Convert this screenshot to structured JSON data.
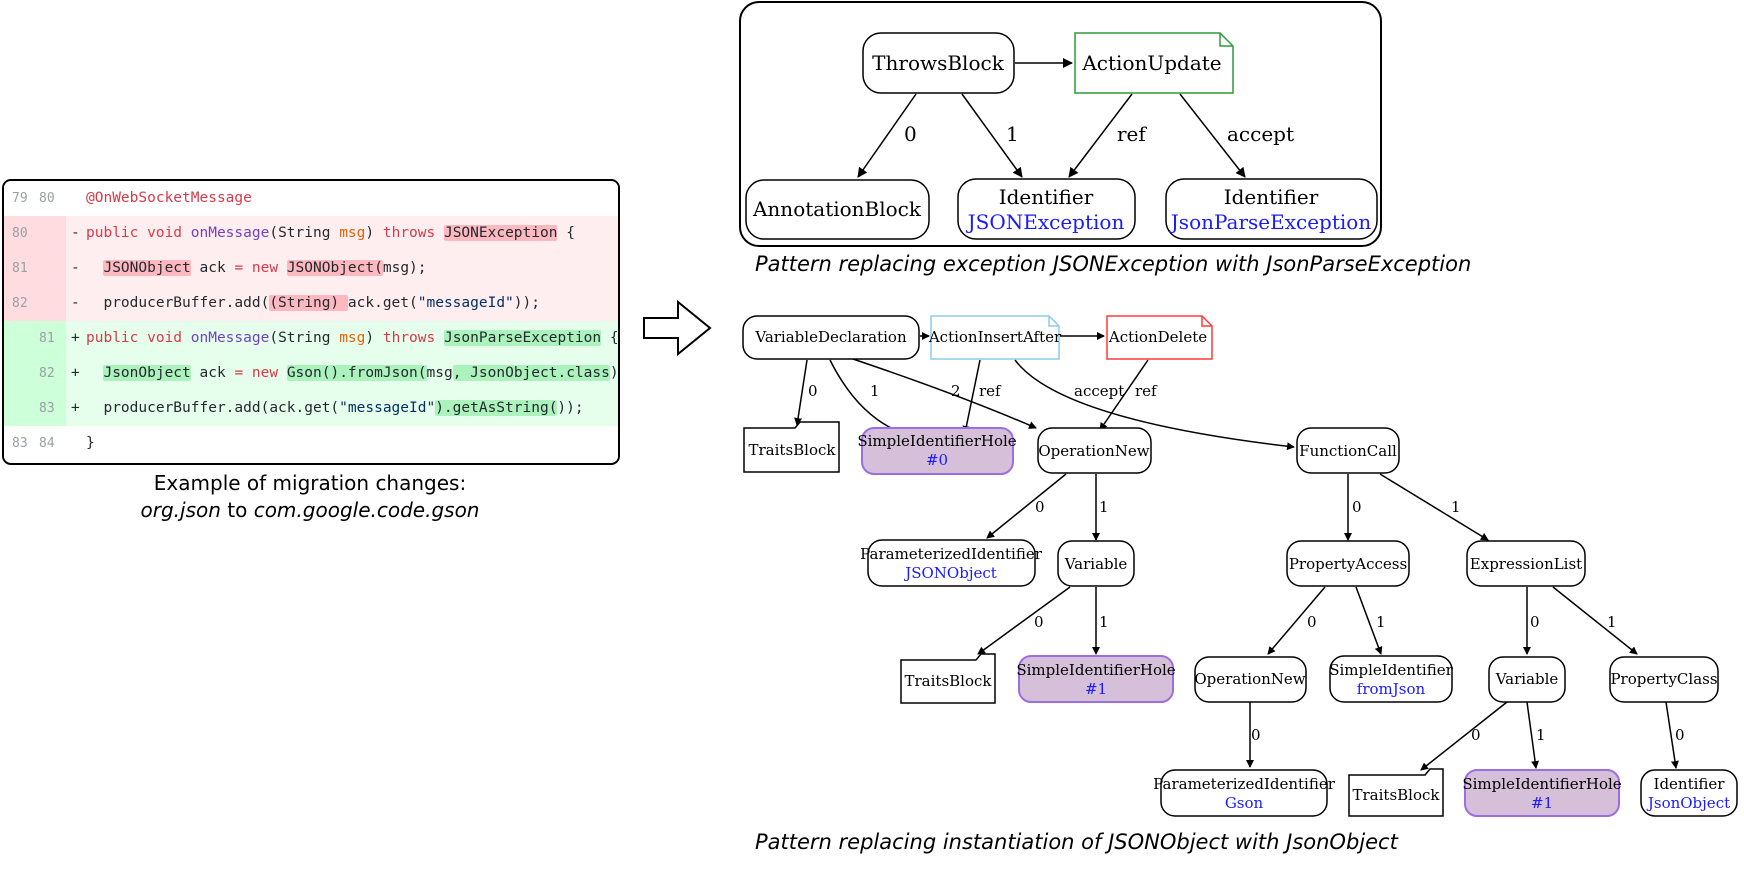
{
  "diff": {
    "lines": [
      {
        "type": "ctx",
        "old": "79",
        "new": "80",
        "sign": "",
        "parts": [
          {
            "t": "@OnWebSocketMessage",
            "c": "an"
          }
        ]
      },
      {
        "type": "del",
        "old": "80",
        "new": "",
        "sign": "-",
        "parts": [
          {
            "t": "public void ",
            "c": "kw"
          },
          {
            "t": "onMessage",
            "c": "fn"
          },
          {
            "t": "(String ",
            "c": "ty"
          },
          {
            "t": "msg",
            "c": "param"
          },
          {
            "t": ") ",
            "c": "ty"
          },
          {
            "t": "throws ",
            "c": "kw"
          },
          {
            "t": "JSONException",
            "c": "hl-del"
          },
          {
            "t": " {",
            "c": "ty"
          }
        ]
      },
      {
        "type": "del",
        "old": "81",
        "new": "",
        "sign": "-",
        "parts": [
          {
            "t": "  ",
            "c": "ty"
          },
          {
            "t": "JSONObject",
            "c": "hl-del"
          },
          {
            "t": " ack ",
            "c": "ty"
          },
          {
            "t": "= new ",
            "c": "kw"
          },
          {
            "t": "JSONObject(",
            "c": "hl-del"
          },
          {
            "t": "msg);",
            "c": "ty"
          }
        ]
      },
      {
        "type": "del",
        "old": "82",
        "new": "",
        "sign": "-",
        "parts": [
          {
            "t": "  producerBuffer.add(",
            "c": "ty"
          },
          {
            "t": "(String) ",
            "c": "hl-del"
          },
          {
            "t": "ack.get(",
            "c": "ty"
          },
          {
            "t": "\"messageId\"",
            "c": "str"
          },
          {
            "t": "));",
            "c": "ty"
          }
        ]
      },
      {
        "type": "add",
        "old": "",
        "new": "81",
        "sign": "+",
        "parts": [
          {
            "t": "public void ",
            "c": "kw"
          },
          {
            "t": "onMessage",
            "c": "fn"
          },
          {
            "t": "(String ",
            "c": "ty"
          },
          {
            "t": "msg",
            "c": "param"
          },
          {
            "t": ") ",
            "c": "ty"
          },
          {
            "t": "throws ",
            "c": "kw"
          },
          {
            "t": "JsonParseException",
            "c": "hl-add"
          },
          {
            "t": " {",
            "c": "ty"
          }
        ]
      },
      {
        "type": "add",
        "old": "",
        "new": "82",
        "sign": "+",
        "parts": [
          {
            "t": "  ",
            "c": "ty"
          },
          {
            "t": "JsonObject",
            "c": "hl-add"
          },
          {
            "t": " ack ",
            "c": "ty"
          },
          {
            "t": "= new ",
            "c": "kw"
          },
          {
            "t": "Gson().fromJson(",
            "c": "hl-add"
          },
          {
            "t": "msg",
            "c": "ty"
          },
          {
            "t": ", JsonObject.class",
            "c": "hl-add"
          },
          {
            "t": ");",
            "c": "ty"
          }
        ]
      },
      {
        "type": "add",
        "old": "",
        "new": "83",
        "sign": "+",
        "parts": [
          {
            "t": "  producerBuffer.add(ack.get(",
            "c": "ty"
          },
          {
            "t": "\"messageId\"",
            "c": "str"
          },
          {
            "t": ").getAsString(",
            "c": "hl-add"
          },
          {
            "t": "));",
            "c": "ty"
          }
        ]
      },
      {
        "type": "ctx",
        "old": "83",
        "new": "84",
        "sign": "",
        "parts": [
          {
            "t": "}",
            "c": "ty"
          }
        ]
      }
    ],
    "caption_line1": "Example of migration changes:",
    "caption_from": "org.json",
    "caption_to_word": "to",
    "caption_to": "com.google.code.gson"
  },
  "pattern1": {
    "caption": "Pattern replacing exception JSONException with JsonParseException",
    "nodes": {
      "throws": "ThrowsBlock",
      "action": "ActionUpdate",
      "annot": "AnnotationBlock",
      "id1": "Identifier",
      "id1_val": "JSONException",
      "id2": "Identifier",
      "id2_val": "JsonParseException"
    },
    "edges": {
      "e0": "0",
      "e1": "1",
      "ref": "ref",
      "accept": "accept"
    }
  },
  "pattern2": {
    "caption": "Pattern replacing instantiation of JSONObject with JsonObject",
    "nodes": {
      "vardecl": "VariableDeclaration",
      "insert": "ActionInsertAfter",
      "delete": "ActionDelete",
      "traits1": "TraitsBlock",
      "hole0": "SimpleIdentifierHole",
      "hole0_val": "#0",
      "opnew1": "OperationNew",
      "funccall": "FunctionCall",
      "paramid1": "ParameterizedIdentifier",
      "paramid1_val": "JSONObject",
      "variable1": "Variable",
      "propaccess": "PropertyAccess",
      "exprlist": "ExpressionList",
      "traits2": "TraitsBlock",
      "hole1a": "SimpleIdentifierHole",
      "hole1a_val": "#1",
      "opnew2": "OperationNew",
      "simpleid": "SimpleIdentifier",
      "simpleid_val": "fromJson",
      "variable2": "Variable",
      "propclass": "PropertyClass",
      "paramid2": "ParameterizedIdentifier",
      "paramid2_val": "Gson",
      "traits3": "TraitsBlock",
      "hole1b": "SimpleIdentifierHole",
      "hole1b_val": "#1",
      "ident": "Identifier",
      "ident_val": "JsonObject"
    },
    "edges": {
      "e0": "0",
      "e1": "1",
      "e2": "2",
      "ref": "ref",
      "accept": "accept"
    }
  },
  "colors": {
    "del_bg": "#ffeef0",
    "add_bg": "#e6ffed",
    "hole_fill": "#d5bfd9",
    "hole_stroke": "#9b6fe0",
    "value_blue": "#1a1aff",
    "action_update": "#2e9b3a",
    "action_insert": "#8ecbea",
    "action_delete": "#ff3b3b"
  }
}
